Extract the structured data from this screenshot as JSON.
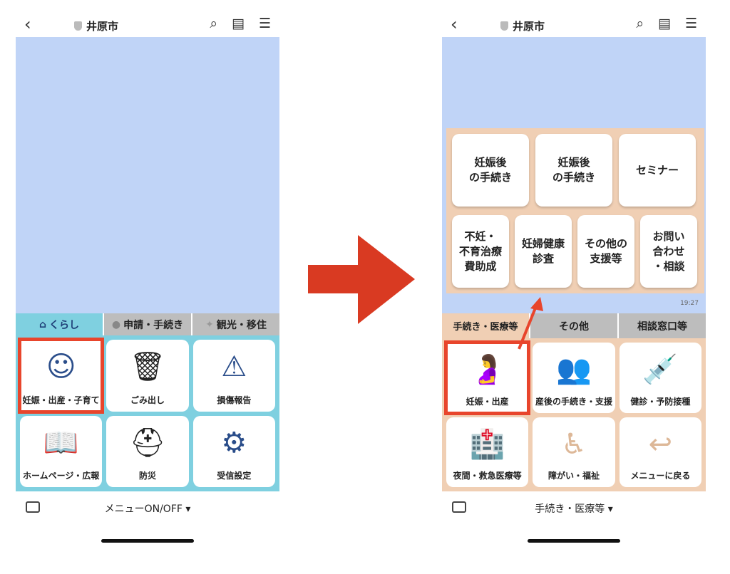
{
  "header": {
    "title": "井原市"
  },
  "left": {
    "tabs": [
      "くらし",
      "申請・手続き",
      "観光・移住"
    ],
    "items": [
      {
        "label": "妊娠・出産・子育て",
        "icon": "☺"
      },
      {
        "label": "ごみ出し",
        "icon": "🗑"
      },
      {
        "label": "損傷報告",
        "icon": "⚠"
      },
      {
        "label": "ホームページ・広報",
        "icon": "📖"
      },
      {
        "label": "防災",
        "icon": "⛑"
      },
      {
        "label": "受信設定",
        "icon": "⚙"
      }
    ],
    "menu_toggle": "メニューON/OFF ▾"
  },
  "right": {
    "card_row1": [
      "妊娠後\nの手続き",
      "妊娠後\nの手続き",
      "セミナー"
    ],
    "card_row2": [
      "不妊・\n不育治療\n費助成",
      "妊婦健康\n診査",
      "その他の\n支援等",
      "お問い\n合わせ\n・相談"
    ],
    "time": "19:27",
    "tabs": [
      "手続き・医療等",
      "その他",
      "相談窓口等"
    ],
    "items": [
      {
        "label": "妊娠・出産",
        "icon": "🤰"
      },
      {
        "label": "産後の手続き・支援",
        "icon": "👥"
      },
      {
        "label": "健診・予防接種",
        "icon": "💉"
      },
      {
        "label": "夜間・救急医療等",
        "icon": "🏥"
      },
      {
        "label": "障がい・福祉",
        "icon": "♿"
      },
      {
        "label": "メニューに戻る",
        "icon": "↩"
      }
    ],
    "menu_toggle": "手続き・医療等 ▾"
  },
  "colors": {
    "chat": "#c0d4f7",
    "left_menu": "#7fd0e0",
    "right_menu": "#f0cfb4",
    "highlight": "#e8452c"
  }
}
